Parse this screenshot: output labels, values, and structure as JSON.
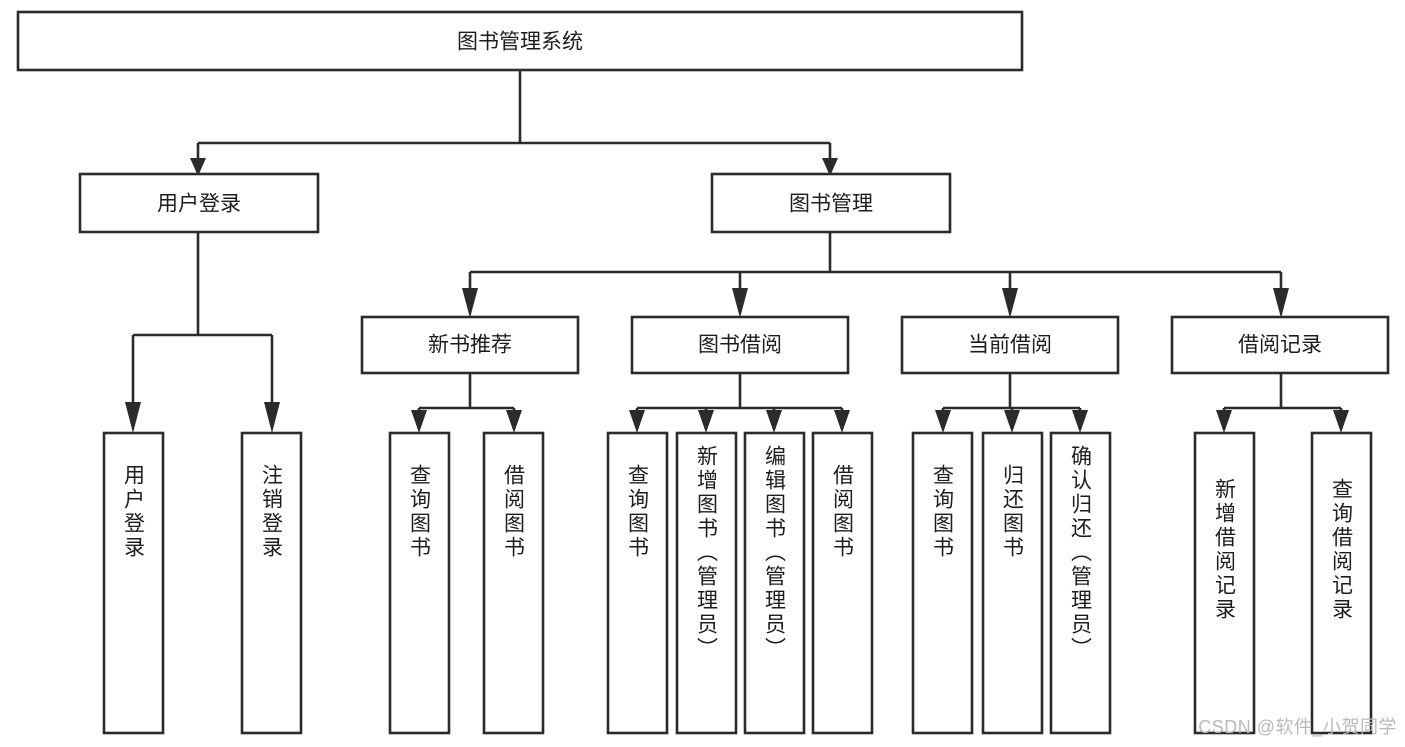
{
  "diagram": {
    "type": "tree",
    "title": "图书管理系统",
    "watermark": "CSDN @软件_小贺同学",
    "colors": {
      "stroke": "#2b2b2b",
      "box_fill": "#ffffff",
      "text": "#1d1d1d",
      "background": "#ffffff",
      "watermark": "#b9b9b9"
    },
    "nodes": {
      "root": {
        "label": "图书管理系统",
        "orientation": "horizontal",
        "level": 1
      },
      "l2_0": {
        "label": "用户登录",
        "orientation": "horizontal",
        "level": 2
      },
      "l2_1": {
        "label": "图书管理",
        "orientation": "horizontal",
        "level": 2
      },
      "l3_0": {
        "label": "新书推荐",
        "orientation": "horizontal",
        "level": 3
      },
      "l3_1": {
        "label": "图书借阅",
        "orientation": "horizontal",
        "level": 3
      },
      "l3_2": {
        "label": "当前借阅",
        "orientation": "horizontal",
        "level": 3
      },
      "l3_3": {
        "label": "借阅记录",
        "orientation": "horizontal",
        "level": 3
      },
      "leaf_0": {
        "label": "用户登录",
        "orientation": "vertical",
        "level": 4
      },
      "leaf_1": {
        "label": "注销登录",
        "orientation": "vertical",
        "level": 4
      },
      "leaf_2": {
        "label": "查询图书",
        "orientation": "vertical",
        "level": 4
      },
      "leaf_3": {
        "label": "借阅图书",
        "orientation": "vertical",
        "level": 4
      },
      "leaf_4": {
        "label": "查询图书",
        "orientation": "vertical",
        "level": 4
      },
      "leaf_5": {
        "label": "新增图书（管理员）",
        "orientation": "vertical",
        "level": 4
      },
      "leaf_6": {
        "label": "编辑图书（管理员）",
        "orientation": "vertical",
        "level": 4
      },
      "leaf_7": {
        "label": "借阅图书",
        "orientation": "vertical",
        "level": 4
      },
      "leaf_8": {
        "label": "查询图书",
        "orientation": "vertical",
        "level": 4
      },
      "leaf_9": {
        "label": "归还图书",
        "orientation": "vertical",
        "level": 4
      },
      "leaf_10": {
        "label": "确认归还（管理员）",
        "orientation": "vertical",
        "level": 4
      },
      "leaf_11": {
        "label": "新增借阅记录",
        "orientation": "vertical",
        "level": 4
      },
      "leaf_12": {
        "label": "查询借阅记录",
        "orientation": "vertical",
        "level": 4
      }
    },
    "edges": [
      {
        "from": "root",
        "to": "l2_0"
      },
      {
        "from": "root",
        "to": "l2_1"
      },
      {
        "from": "l2_0",
        "to": "leaf_0"
      },
      {
        "from": "l2_0",
        "to": "leaf_1"
      },
      {
        "from": "l2_1",
        "to": "l3_0"
      },
      {
        "from": "l2_1",
        "to": "l3_1"
      },
      {
        "from": "l2_1",
        "to": "l3_2"
      },
      {
        "from": "l2_1",
        "to": "l3_3"
      },
      {
        "from": "l3_0",
        "to": "leaf_2"
      },
      {
        "from": "l3_0",
        "to": "leaf_3"
      },
      {
        "from": "l3_1",
        "to": "leaf_4"
      },
      {
        "from": "l3_1",
        "to": "leaf_5"
      },
      {
        "from": "l3_1",
        "to": "leaf_6"
      },
      {
        "from": "l3_1",
        "to": "leaf_7"
      },
      {
        "from": "l3_2",
        "to": "leaf_8"
      },
      {
        "from": "l3_2",
        "to": "leaf_9"
      },
      {
        "from": "l3_2",
        "to": "leaf_10"
      },
      {
        "from": "l3_3",
        "to": "leaf_11"
      },
      {
        "from": "l3_3",
        "to": "leaf_12"
      }
    ]
  }
}
